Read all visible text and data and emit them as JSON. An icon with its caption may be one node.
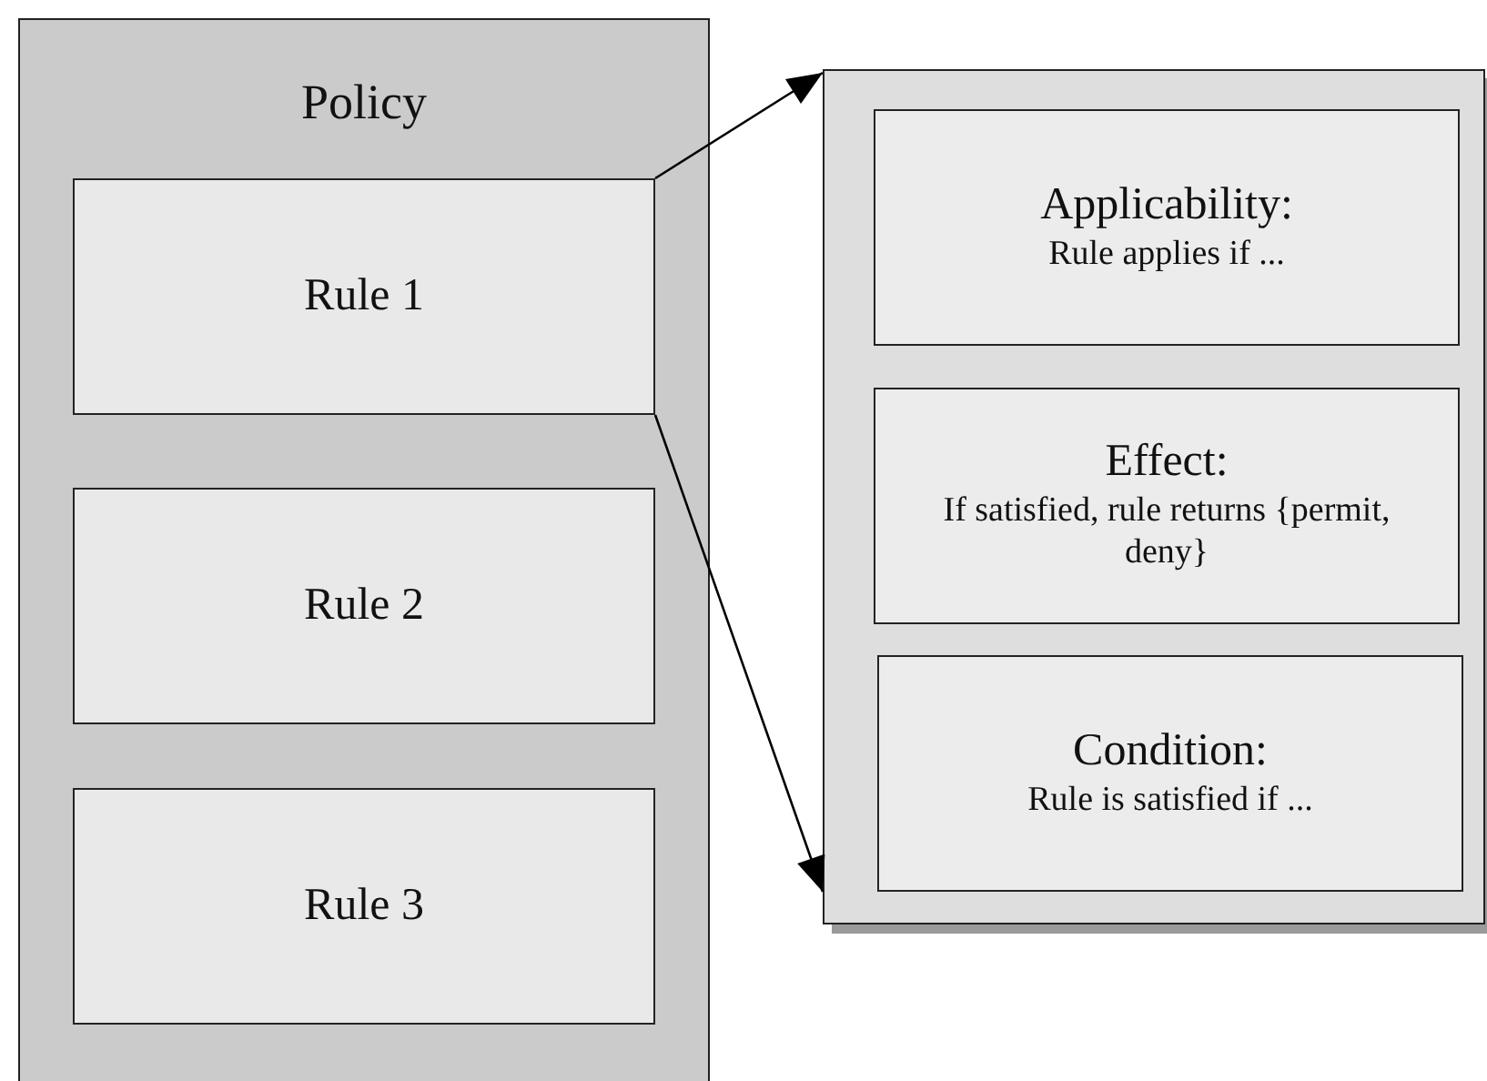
{
  "diagram": {
    "nodes": [
      {
        "text": [
          "Policy"
        ]
      },
      {
        "text": [
          "Rule 1"
        ],
        "in": 0
      },
      {
        "text": [
          "Rule 2"
        ],
        "in": 0
      },
      {
        "text": [
          "Rule 3"
        ],
        "in": 0
      },
      {
        "text": [],
        "shape": "box"
      },
      {
        "text": [
          "Applicability:",
          "Rule applies if ..."
        ],
        "in": 4
      },
      {
        "text": [
          "Effect:",
          "If satisfied, rule returns {permit, deny}"
        ],
        "in": 4
      },
      {
        "text": [
          "Condition:",
          "Rule is satisfied if ..."
        ],
        "in": 4
      }
    ],
    "edges": [
      {
        "from": 1,
        "to": 4,
        "arrow": "to"
      },
      {
        "from": 1,
        "to": 4,
        "arrow": "to"
      }
    ]
  }
}
